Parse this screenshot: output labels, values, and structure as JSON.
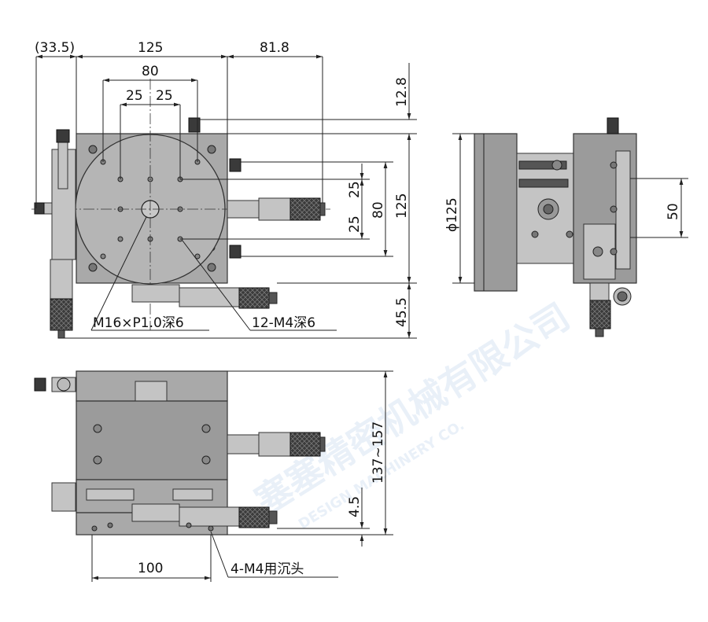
{
  "drawing": {
    "dims_top": {
      "offset": "(33.5)",
      "width": "125",
      "micrometer": "81.8",
      "holes_pitch": "80",
      "pitch_left": "25",
      "pitch_right": "25"
    },
    "dims_right": {
      "top_offset": "12.8",
      "pitch_upper": "25",
      "pitch_lower": "25",
      "holes_pitch": "80",
      "table_size": "125",
      "bottom_offset": "45.5"
    },
    "callouts": {
      "center_thread": "M16×P1.0深6",
      "tapped_holes": "12-M4深6",
      "base_holes": "4-M4用沉头"
    },
    "side_view": {
      "diameter": "ϕ125",
      "spacing": "50"
    },
    "front_view": {
      "height_range": "137~157",
      "base_thickness": "4.5",
      "mount_pitch": "100"
    },
    "watermark": {
      "text": "塞塞精密机械有限公司",
      "subtext": "DESIGN MACHINERY CO."
    }
  }
}
